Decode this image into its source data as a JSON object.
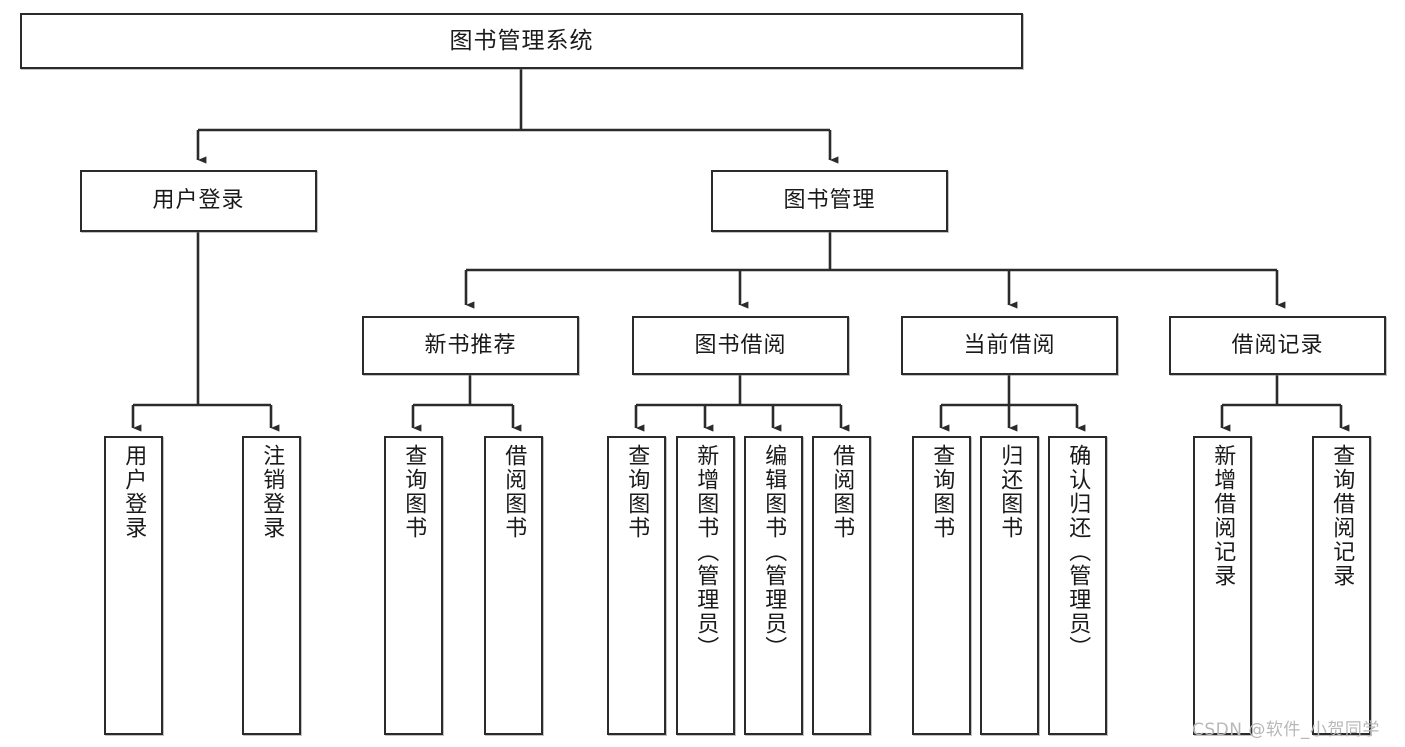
{
  "diagram": {
    "title": "图书管理系统",
    "type": "tree-hierarchy-chart",
    "watermark": "CSDN @软件_小贺同学",
    "colors": {
      "box_border": "#2b2b2b",
      "box_fill": "#ffffff",
      "connector": "#2b2b2b",
      "text": "#1a1a1a",
      "watermark": "#b8b8b8",
      "background": "#ffffff"
    },
    "nodes": {
      "root": {
        "label": "图书管理系统"
      },
      "level2": [
        {
          "id": "user-login",
          "label": "用户登录"
        },
        {
          "id": "book-management",
          "label": "图书管理"
        }
      ],
      "level3": [
        {
          "id": "new-book-recommend",
          "label": "新书推荐"
        },
        {
          "id": "book-borrow",
          "label": "图书借阅"
        },
        {
          "id": "current-borrow",
          "label": "当前借阅"
        },
        {
          "id": "borrow-record",
          "label": "借阅记录"
        }
      ],
      "leaves": {
        "user-login": [
          {
            "id": "leaf-user-login",
            "label": "用户登录"
          },
          {
            "id": "leaf-logout-login",
            "label": "注销登录"
          }
        ],
        "new-book-recommend": [
          {
            "id": "leaf-query-book-1",
            "label": "查询图书"
          },
          {
            "id": "leaf-borrow-book-1",
            "label": "借阅图书"
          }
        ],
        "book-borrow": [
          {
            "id": "leaf-query-book-2",
            "label": "查询图书"
          },
          {
            "id": "leaf-add-book",
            "label": "新增图书（管理员）"
          },
          {
            "id": "leaf-edit-book",
            "label": "编辑图书（管理员）"
          },
          {
            "id": "leaf-borrow-book-2",
            "label": "借阅图书"
          }
        ],
        "current-borrow": [
          {
            "id": "leaf-query-book-3",
            "label": "查询图书"
          },
          {
            "id": "leaf-return-book",
            "label": "归还图书"
          },
          {
            "id": "leaf-confirm-return",
            "label": "确认归还（管理员）"
          }
        ],
        "borrow-record": [
          {
            "id": "leaf-add-record",
            "label": "新增借阅记录"
          },
          {
            "id": "leaf-query-record",
            "label": "查询借阅记录"
          }
        ]
      }
    }
  }
}
